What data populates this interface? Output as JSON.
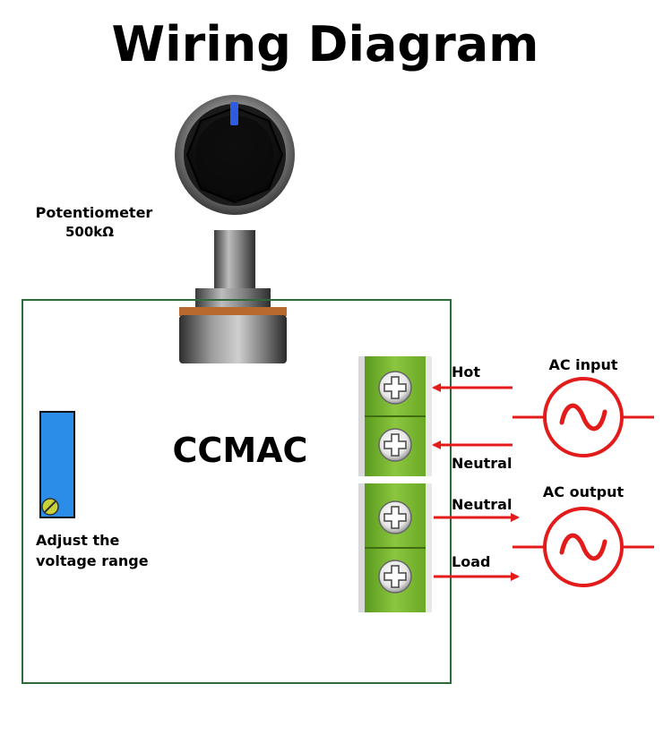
{
  "title": "Wiring Diagram",
  "potentiometer": {
    "label": "Potentiometer",
    "value": "500kΩ"
  },
  "board": {
    "name": "CCMAC"
  },
  "trimmer": {
    "label_line1": "Adjust the",
    "label_line2": "voltage range"
  },
  "terminals": {
    "hot": "Hot",
    "neutral_in": "Neutral",
    "neutral_out": "Neutral",
    "load": "Load"
  },
  "sources": {
    "ac_input": "AC input",
    "ac_output": "AC output"
  },
  "colors": {
    "board_border": "#2f6b3a",
    "terminal_green": "#7ab82e",
    "wire_red": "#e31b1b",
    "trimmer_blue": "#2b8de8",
    "knob_marker": "#2f5be0"
  }
}
